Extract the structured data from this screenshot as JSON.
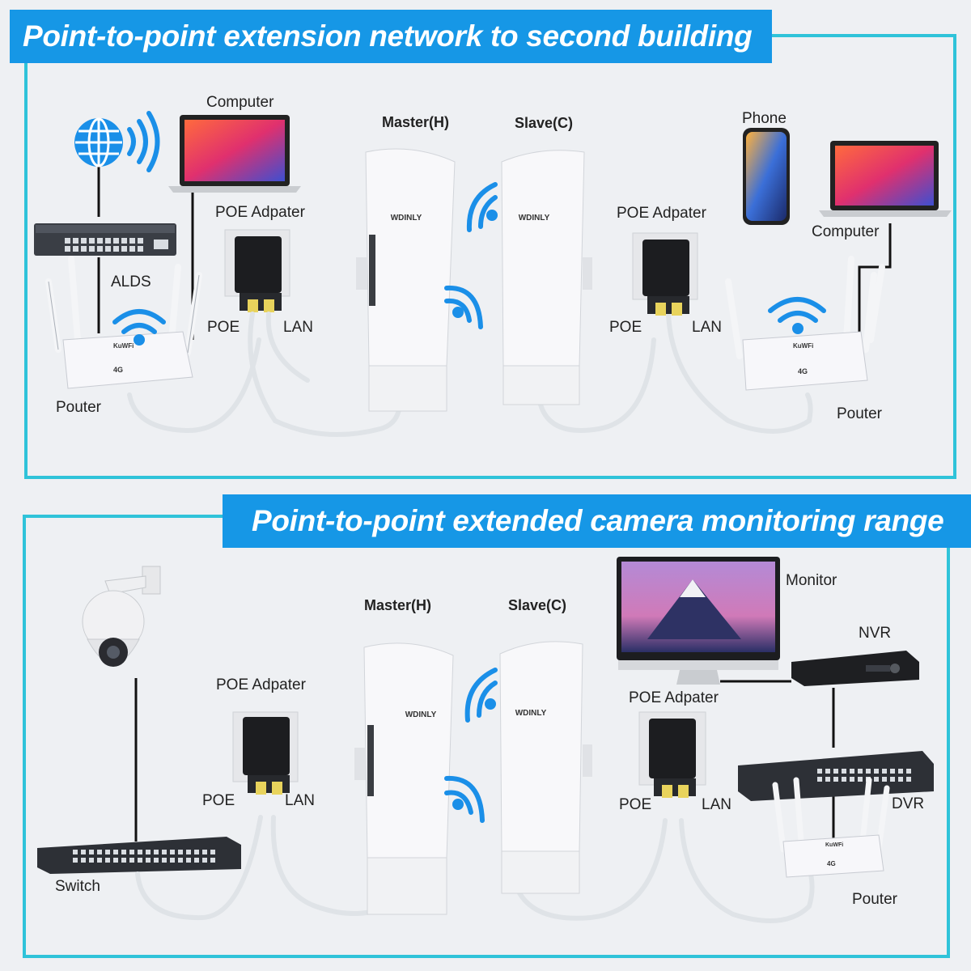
{
  "colors": {
    "accent": "#1697e6",
    "frame": "#2fc3d9",
    "wifi": "#1a8fe8",
    "cable": "#dfe3e7"
  },
  "top": {
    "title": "Point-to-point extension network to second building",
    "labels": {
      "computer_left": "Computer",
      "poe_adapter": "POE Adpater",
      "master": "Master(H)",
      "slave": "Slave(C)",
      "phone": "Phone",
      "computer_right": "Computer",
      "poe_adapter_right": "POE Adpater",
      "alds": "ALDS",
      "poe": "POE",
      "lan": "LAN",
      "poe_right": "POE",
      "lan_right": "LAN",
      "router_left": "Pouter",
      "router_right": "Pouter"
    },
    "brand": "WDINLY"
  },
  "bottom": {
    "title": "Point-to-point extended camera monitoring range",
    "labels": {
      "master": "Master(H)",
      "slave": "Slave(C)",
      "monitor": "Monitor",
      "nvr": "NVR",
      "poe_adapter": "POE Adpater",
      "poe_adapter_right": "POE Adpater",
      "poe": "POE",
      "lan": "LAN",
      "poe_right": "POE",
      "lan_right": "LAN",
      "dvr": "DVR",
      "switch": "Switch",
      "router": "Pouter"
    },
    "brand": "WDINLY"
  }
}
